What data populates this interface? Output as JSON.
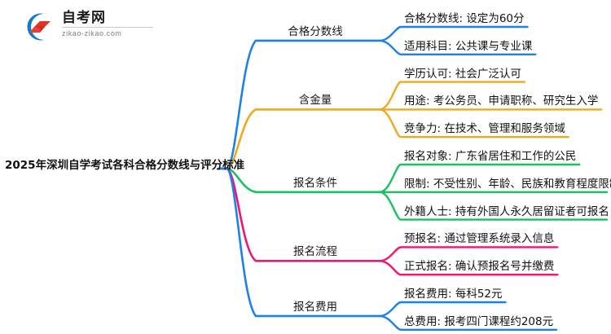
{
  "logo": {
    "name": "zikao-logo",
    "title": "自考网",
    "domain": "zikao-zikao.com",
    "mark_icon": "graduation-cap-icon",
    "arc_color": "#1878C8",
    "cap_color": "#E03228"
  },
  "mindmap": {
    "root": {
      "label": "2025年深圳自学考试各科合格分数线与评分标准"
    },
    "branches": [
      {
        "label": "合格分数线",
        "color": "#1E80E8",
        "leaves": [
          {
            "label": "合格分数线: 设定为60分"
          },
          {
            "label": "适用科目: 公共课与专业课"
          }
        ]
      },
      {
        "label": "含金量",
        "color": "#F0A81E",
        "leaves": [
          {
            "label": "学历认可: 社会广泛认可"
          },
          {
            "label": "用途: 考公务员、申请职称、研究生入学"
          },
          {
            "label": "竞争力: 在技术、管理和服务领域"
          }
        ]
      },
      {
        "label": "报名条件",
        "color": "#19C160",
        "leaves": [
          {
            "label": "报名对象: 广东省居住和工作的公民"
          },
          {
            "label": "限制: 不受性别、年龄、民族和教育程度限制"
          },
          {
            "label": "外籍人士: 持有外国人永久居留证者可报名"
          }
        ]
      },
      {
        "label": "报名流程",
        "color": "#F0156E",
        "leaves": [
          {
            "label": "预报名: 通过管理系统录入信息"
          },
          {
            "label": "正式报名: 确认预报名号并缴费"
          }
        ]
      },
      {
        "label": "报名费用",
        "color": "#1E80E8",
        "leaves": [
          {
            "label": "报名费用: 每科52元"
          },
          {
            "label": "总费用: 报考四门课程约208元"
          }
        ]
      }
    ]
  }
}
